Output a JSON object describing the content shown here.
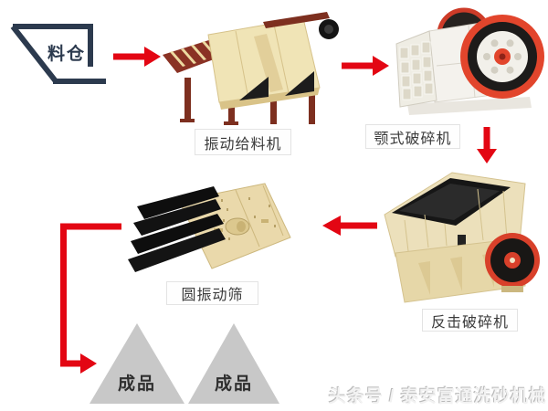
{
  "flow": {
    "silo_label": "料仓",
    "stations": [
      {
        "name": "vibrating-feeder",
        "label": "振动给料机"
      },
      {
        "name": "jaw-crusher",
        "label": "颚式破碎机"
      },
      {
        "name": "impact-crusher",
        "label": "反击破碎机"
      },
      {
        "name": "circular-vibrating-screen",
        "label": "圆振动筛"
      }
    ],
    "products": [
      {
        "label": "成品"
      },
      {
        "label": "成品"
      }
    ],
    "arrow_directions": [
      "right",
      "right",
      "down",
      "left",
      "elbow-down-right"
    ]
  },
  "watermark": {
    "text": "头条号 / 泰安富通洗砂机械"
  },
  "colors": {
    "arrow_red": "#e30613",
    "silo_outline": "#2c3a4e",
    "machine_cream": "#ece0bb",
    "machine_red_brown": "#7d2f1f",
    "flywheel_red": "#e2452c",
    "product_triangle_gray": "#c8c8c8",
    "label_text": "#3a3a3a"
  }
}
